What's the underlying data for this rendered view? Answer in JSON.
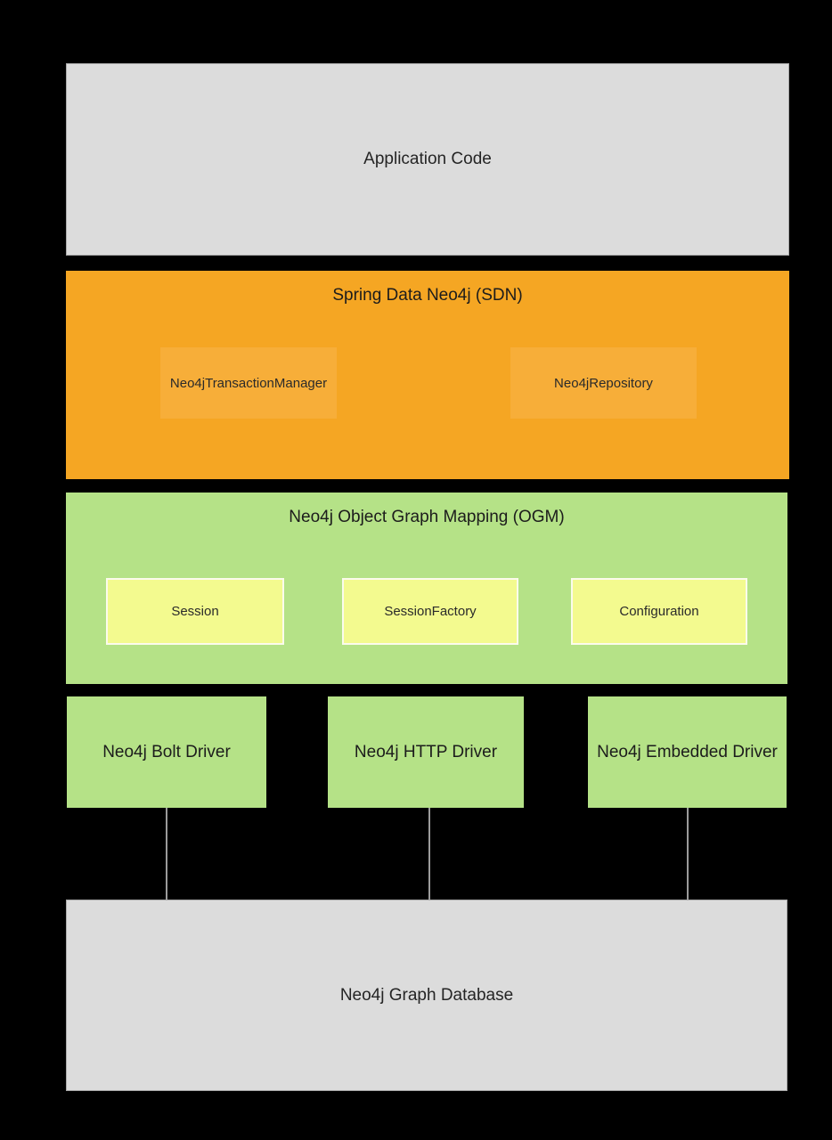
{
  "palette": {
    "background": "#000000",
    "gray_box": "#dcdcdc",
    "gray_box_border": "#a8a8a8",
    "orange_box": "#f5a623",
    "orange_inner_box": "#f7ae39",
    "green_box": "#b5e287",
    "yellow_box": "#f3fa8f",
    "yellow_box_border": "#fbfbec",
    "connector_line": "#9b9b9b",
    "text_dark": "#1c1c1c"
  },
  "layers": {
    "application": {
      "label": "Application Code"
    },
    "sdn": {
      "label": "Spring Data Neo4j (SDN)",
      "components": [
        {
          "label": "Neo4jTransactionManager"
        },
        {
          "label": "Neo4jRepository"
        }
      ]
    },
    "ogm": {
      "label": "Neo4j Object Graph Mapping (OGM)",
      "components": [
        {
          "label": "Session"
        },
        {
          "label": "SessionFactory"
        },
        {
          "label": "Configuration"
        }
      ]
    },
    "drivers": [
      {
        "label": "Neo4j Bolt Driver"
      },
      {
        "label": "Neo4j HTTP Driver"
      },
      {
        "label": "Neo4j Embedded Driver"
      }
    ],
    "database": {
      "label": "Neo4j Graph Database"
    }
  }
}
